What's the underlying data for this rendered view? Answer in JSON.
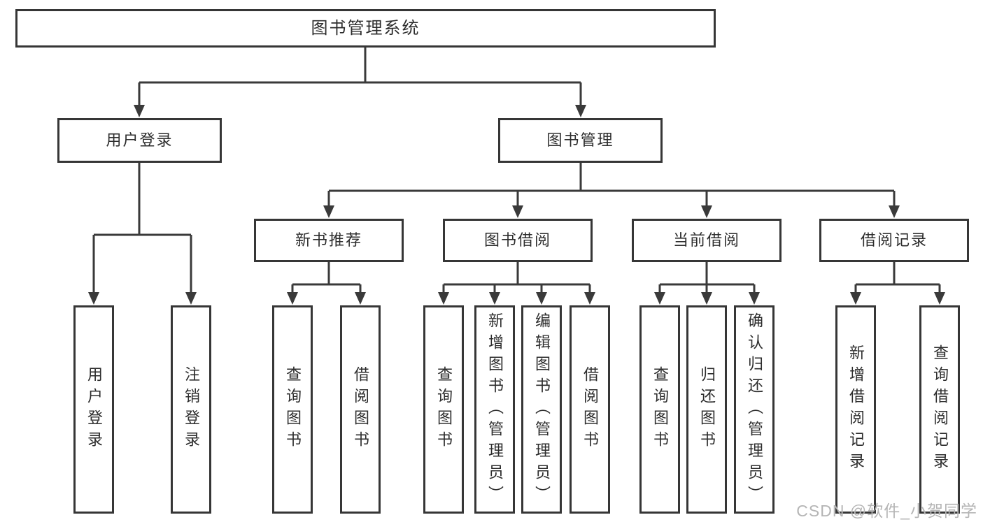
{
  "diagram": {
    "title": "图书管理系统",
    "root": {
      "label": "图书管理系统"
    },
    "level2": [
      {
        "label": "用户登录"
      },
      {
        "label": "图书管理"
      }
    ],
    "level3": [
      {
        "label": "新书推荐",
        "parent": "图书管理"
      },
      {
        "label": "图书借阅",
        "parent": "图书管理"
      },
      {
        "label": "当前借阅",
        "parent": "图书管理"
      },
      {
        "label": "借阅记录",
        "parent": "图书管理"
      }
    ],
    "leaves": [
      {
        "label": "用户登录",
        "parent": "用户登录"
      },
      {
        "label": "注销登录",
        "parent": "用户登录"
      },
      {
        "label": "查询图书",
        "parent": "新书推荐"
      },
      {
        "label": "借阅图书",
        "parent": "新书推荐"
      },
      {
        "label": "查询图书",
        "parent": "图书借阅"
      },
      {
        "label": "新增图书（管理员）",
        "parent": "图书借阅"
      },
      {
        "label": "编辑图书（管理员）",
        "parent": "图书借阅"
      },
      {
        "label": "借阅图书",
        "parent": "图书借阅"
      },
      {
        "label": "查询图书",
        "parent": "当前借阅"
      },
      {
        "label": "归还图书",
        "parent": "当前借阅"
      },
      {
        "label": "确认归还（管理员）",
        "parent": "当前借阅"
      },
      {
        "label": "新增借阅记录",
        "parent": "借阅记录"
      },
      {
        "label": "查询借阅记录",
        "parent": "借阅记录"
      }
    ]
  },
  "watermark": {
    "text": "CSDN @软件_小贺同学"
  },
  "colors": {
    "line": "#3a3a3a",
    "box_border": "#363636",
    "text": "#2d2d2d",
    "watermark": "#b5b5b5",
    "background": "#ffffff"
  }
}
